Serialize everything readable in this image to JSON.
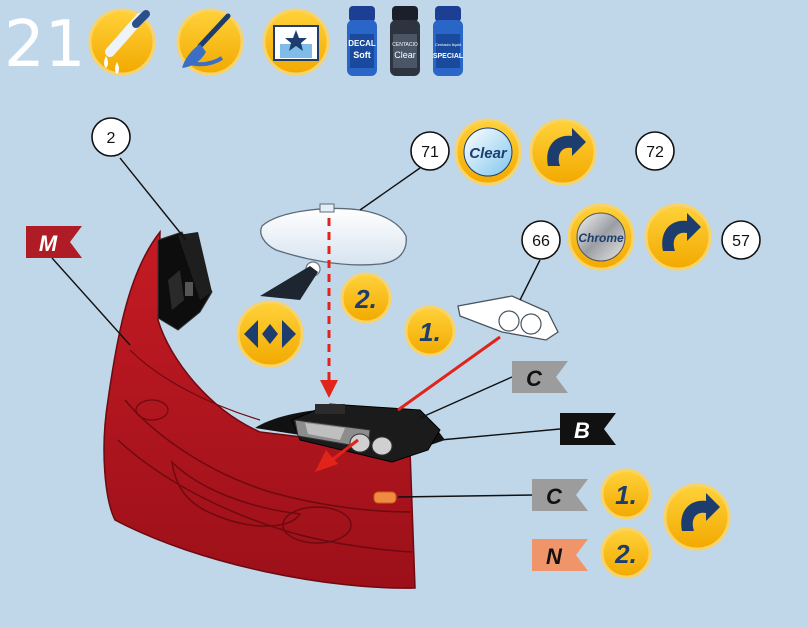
{
  "step": {
    "number": "21"
  },
  "bottles": [
    {
      "line1": "DECAL",
      "line2": "Soft",
      "cap": "#1c3f94",
      "body": "#2a66c7"
    },
    {
      "line1": "CENTACIO",
      "line2": "Clear",
      "cap": "#1b1f2a",
      "body": "#2d3440"
    },
    {
      "line1": "Centacio liquid",
      "line2": "SPECIAL",
      "cap": "#1c3f94",
      "body": "#2a66c7"
    }
  ],
  "part_numbers": {
    "p2": "2",
    "p71": "71",
    "p72": "72",
    "p66": "66",
    "p57": "57"
  },
  "finishes": {
    "clear": "Clear",
    "chrome": "Chrome"
  },
  "order": {
    "one": "1.",
    "two": "2."
  },
  "flags": {
    "m": "M",
    "c_top": "C",
    "b": "B",
    "c_bottom": "C",
    "n": "N"
  },
  "icons": [
    "glue-drop-icon",
    "paint-brush-icon",
    "decal-water-icon",
    "rotate-arrow-icon",
    "snap-fit-icon"
  ],
  "colors": {
    "background": "#c0d7ea",
    "badge_yellow": "#f5b800",
    "badge_ring": "#f7d36a",
    "dark_blue": "#1d3d6e",
    "body_red": "#b3151f",
    "flag_red": "#b01c25",
    "flag_grey": "#9c9c9c",
    "flag_black": "#111111",
    "flag_orange": "#f0956a",
    "guide_red": "#e2231a",
    "lens_orange": "#f08a40"
  }
}
